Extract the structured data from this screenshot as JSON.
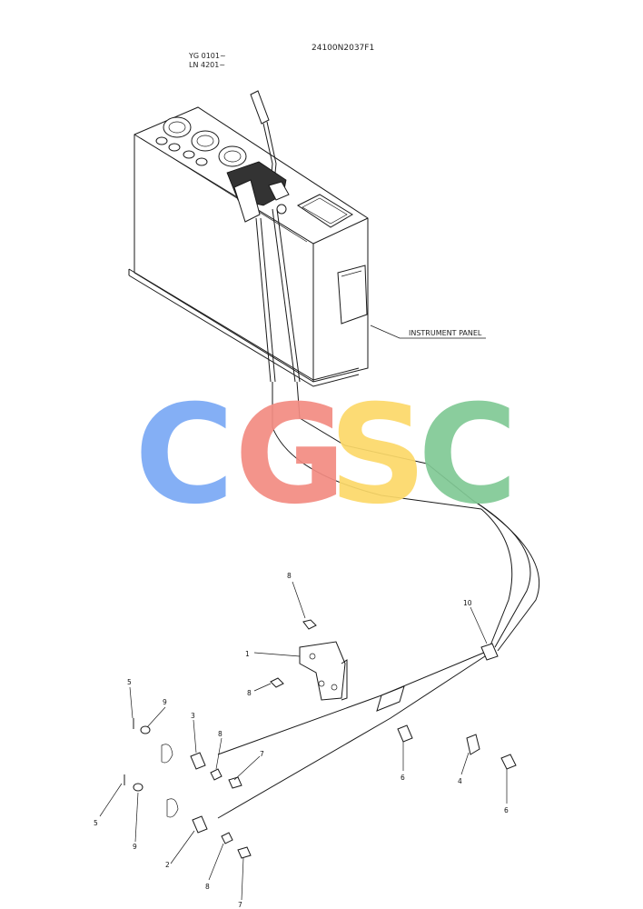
{
  "drawing": {
    "code": "24100N2037F1",
    "serial_range_1": "YG 0101~",
    "serial_range_2": "LN 4201~",
    "instrument_panel_label": "INSTRUMENT PANEL"
  },
  "watermark": {
    "letters": [
      "C",
      "G",
      "S",
      "C"
    ],
    "colors": [
      "#7aa9f5",
      "#f28b82",
      "#fcd969",
      "#81c995"
    ]
  },
  "callouts": {
    "c1": "1",
    "c2": "2",
    "c3": "3",
    "c4": "4",
    "c5a": "5",
    "c5b": "5",
    "c6a": "6",
    "c6b": "6",
    "c7a": "7",
    "c7b": "7",
    "c8a": "8",
    "c8b": "8",
    "c8c": "8",
    "c8d": "8",
    "c9a": "9",
    "c9b": "9",
    "c10": "10"
  }
}
